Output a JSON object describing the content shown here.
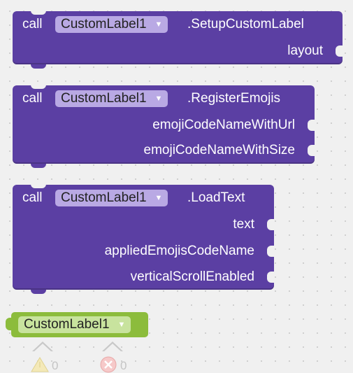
{
  "blocks": [
    {
      "call_label": "call",
      "component": "CustomLabel1",
      "dropdown_icon": "triangle-down",
      "method": ".SetupCustomLabel",
      "params": [
        "layout"
      ]
    },
    {
      "call_label": "call",
      "component": "CustomLabel1",
      "dropdown_icon": "triangle-down",
      "method": ".RegisterEmojis",
      "params": [
        "emojiCodeNameWithUrl",
        "emojiCodeNameWithSize"
      ]
    },
    {
      "call_label": "call",
      "component": "CustomLabel1",
      "dropdown_icon": "triangle-down",
      "method": ".LoadText",
      "params": [
        "text",
        "appliedEmojisCodeName",
        "verticalScrollEnabled"
      ]
    }
  ],
  "component_block": {
    "component": "CustomLabel1",
    "dropdown_icon": "triangle-down"
  },
  "indicators": {
    "warnings": "0",
    "errors": "0"
  },
  "colors": {
    "method_block": "#5b3fa3",
    "method_dropdown": "#b9a9e4",
    "component_block": "#8cbc3c",
    "component_dropdown": "#c8e39e",
    "workspace": "#f0f0f0"
  }
}
